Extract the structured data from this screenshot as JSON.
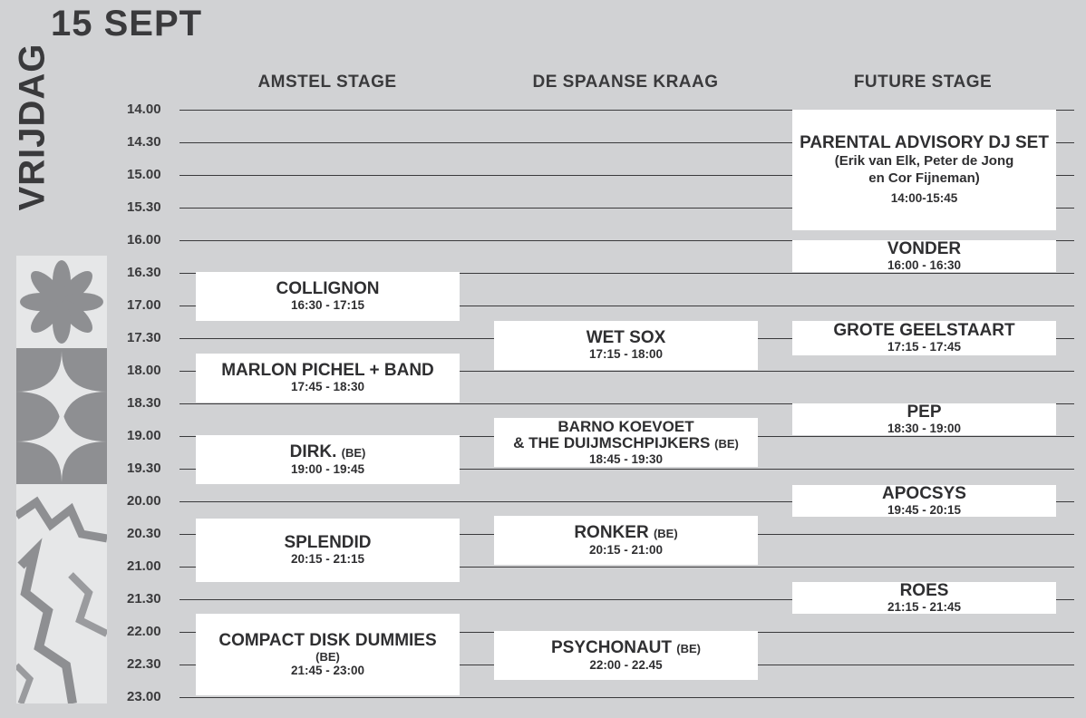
{
  "header": {
    "day": "VRIJDAG",
    "date": "15 SEPT"
  },
  "stages": [
    "AMSTEL STAGE",
    "DE SPAANSE KRAAG",
    "FUTURE STAGE"
  ],
  "times": [
    "14.00",
    "14.30",
    "15.00",
    "15.30",
    "16.00",
    "16.30",
    "17.00",
    "17.30",
    "18.00",
    "18.30",
    "19.00",
    "19.30",
    "20.00",
    "20.30",
    "21.00",
    "21.30",
    "22.00",
    "22.30",
    "23.00"
  ],
  "events": {
    "amstel": [
      {
        "title": "COLLIGNON",
        "time": "16:30 - 17:15"
      },
      {
        "title": "MARLON PICHEL + BAND",
        "time": "17:45 - 18:30"
      },
      {
        "title": "DIRK.",
        "tag": "(BE)",
        "time": "19:00 - 19:45"
      },
      {
        "title": "SPLENDID",
        "time": "20:15 - 21:15"
      },
      {
        "title": "COMPACT DISK DUMMIES",
        "tag": "(BE)",
        "time": "21:45 - 23:00"
      }
    ],
    "kraag": [
      {
        "title": "WET SOX",
        "time": "17:15 - 18:00"
      },
      {
        "title": "BARNO KOEVOET",
        "title2": "& THE DUIJMSCHPIJKERS",
        "tag": "(BE)",
        "time": "18:45 - 19:30"
      },
      {
        "title": "RONKER",
        "tag": "(BE)",
        "time": "20:15 - 21:00"
      },
      {
        "title": "PSYCHONAUT",
        "tag": "(BE)",
        "time": "22:00 - 22.45"
      }
    ],
    "future": [
      {
        "title": "PARENTAL ADVISORY DJ SET",
        "sub1": "(Erik van Elk, Peter de Jong",
        "sub2": "en Cor Fijneman)",
        "time": "14:00-15:45"
      },
      {
        "title": "VONDER",
        "time": "16:00 - 16:30"
      },
      {
        "title": "GROTE GEELSTAART",
        "time": "17:15 - 17:45"
      },
      {
        "title": "PEP",
        "time": "18:30 - 19:00"
      },
      {
        "title": "APOCSYS",
        "time": "19:45 - 20:15"
      },
      {
        "title": "ROES",
        "time": "21:15 - 21:45"
      }
    ]
  },
  "colors": {
    "background": "#d1d2d4",
    "block": "#ffffff",
    "text": "#2f2f31",
    "deco_dark": "#8e8f92",
    "deco_light": "#e6e7e8"
  }
}
